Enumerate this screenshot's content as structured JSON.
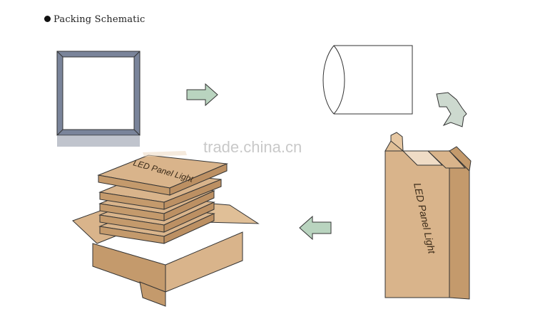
{
  "title": "Packing Schematic",
  "watermark": "trade.china.cn",
  "box_label": "LED Panel Light",
  "colors": {
    "panel_frame": "#8a93a6",
    "panel_frame_dark": "#5b6375",
    "carton": "#d9b48b",
    "carton_dark": "#c49a6c",
    "carton_light": "#e6c7a2",
    "arrow": "#b9d4bf",
    "outline": "#333333"
  },
  "icons": [
    "arrow-right-icon",
    "arrow-left-icon",
    "arrow-down-icon"
  ]
}
